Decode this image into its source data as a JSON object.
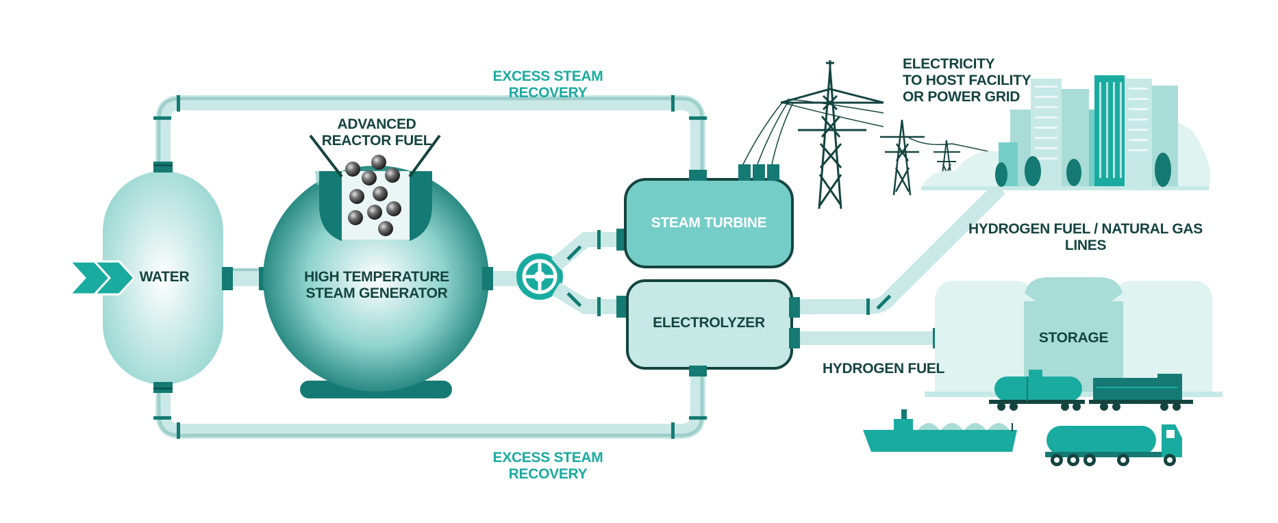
{
  "labels": {
    "excess_steam_top": "EXCESS STEAM RECOVERY",
    "excess_steam_bottom": "EXCESS STEAM RECOVERY",
    "advanced_reactor_fuel": "ADVANCED\nREACTOR FUEL",
    "water": "WATER",
    "steam_generator": "HIGH TEMPERATURE\nSTEAM GENERATOR",
    "steam_turbine": "STEAM TURBINE",
    "electrolyzer": "ELECTROLYZER",
    "electricity": "ELECTRICITY\nTO HOST FACILITY\nOR POWER GRID",
    "gas_lines": "HYDROGEN FUEL / NATURAL GAS LINES",
    "hydrogen_fuel": "HYDROGEN FUEL",
    "storage": "STORAGE"
  },
  "colors": {
    "dark_teal": "#147a73",
    "mid_teal": "#75cdc8",
    "pale_teal": "#c6e9e6",
    "pipe": "#c9e8e6",
    "outline": "#14443f",
    "accent_text": "#1aaba0",
    "ink": "#14443f"
  }
}
